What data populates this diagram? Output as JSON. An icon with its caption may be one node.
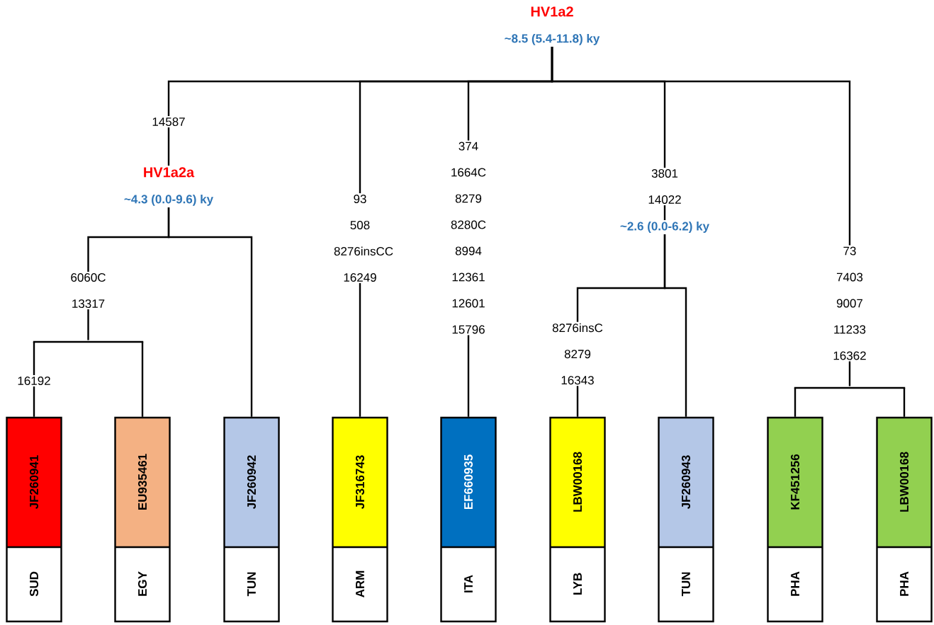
{
  "diagram": {
    "nodes": [
      {
        "text": [
          "HV1a2",
          "~8.5 (5.4-11.8) ky"
        ]
      },
      {
        "text": [
          "HV1a2a",
          "~4.3 (0.0-9.6) ky"
        ]
      },
      {
        "text": [
          "~2.6 (0.0-6.2) ky"
        ]
      },
      {
        "text": [],
        "shape": "bar"
      },
      {
        "text": [],
        "shape": "bar"
      },
      {
        "text": [
          "JF260941",
          "SUD"
        ]
      },
      {
        "text": [
          "EU935461",
          "EGY"
        ]
      },
      {
        "text": [
          "JF260942",
          "TUN"
        ]
      },
      {
        "text": [
          "JF316743",
          "ARM"
        ]
      },
      {
        "text": [
          "EF660935",
          "ITA"
        ]
      },
      {
        "text": [
          "LBW00168",
          "LYB"
        ]
      },
      {
        "text": [
          "JF260943",
          "TUN"
        ]
      },
      {
        "text": [
          "KF451256",
          "PHA"
        ]
      },
      {
        "text": [
          "LBW00168",
          "PHA"
        ]
      }
    ],
    "edges": [
      {
        "from": 0,
        "to": 1,
        "arrow": "none",
        "label": "14587"
      },
      {
        "from": 0,
        "to": 8,
        "arrow": "none",
        "label": "93 508 8276insCC 16249"
      },
      {
        "from": 0,
        "to": 9,
        "arrow": "none",
        "label": "374 1664C 8279 8280C 8994 12361 12601 15796"
      },
      {
        "from": 0,
        "to": 2,
        "arrow": "none",
        "label": "3801 14022"
      },
      {
        "from": 0,
        "to": 4,
        "arrow": "none",
        "label": "73 7403 9007 11233 16362"
      },
      {
        "from": 1,
        "to": 3,
        "arrow": "none",
        "label": "6060C 13317"
      },
      {
        "from": 1,
        "to": 7,
        "arrow": "none"
      },
      {
        "from": 3,
        "to": 5,
        "arrow": "none",
        "label": "16192"
      },
      {
        "from": 3,
        "to": 6,
        "arrow": "none"
      },
      {
        "from": 2,
        "to": 10,
        "arrow": "none",
        "label": "8276insC 8279 16343"
      },
      {
        "from": 2,
        "to": 11,
        "arrow": "none"
      },
      {
        "from": 4,
        "to": 12,
        "arrow": "none"
      },
      {
        "from": 4,
        "to": 13,
        "arrow": "none"
      }
    ]
  }
}
